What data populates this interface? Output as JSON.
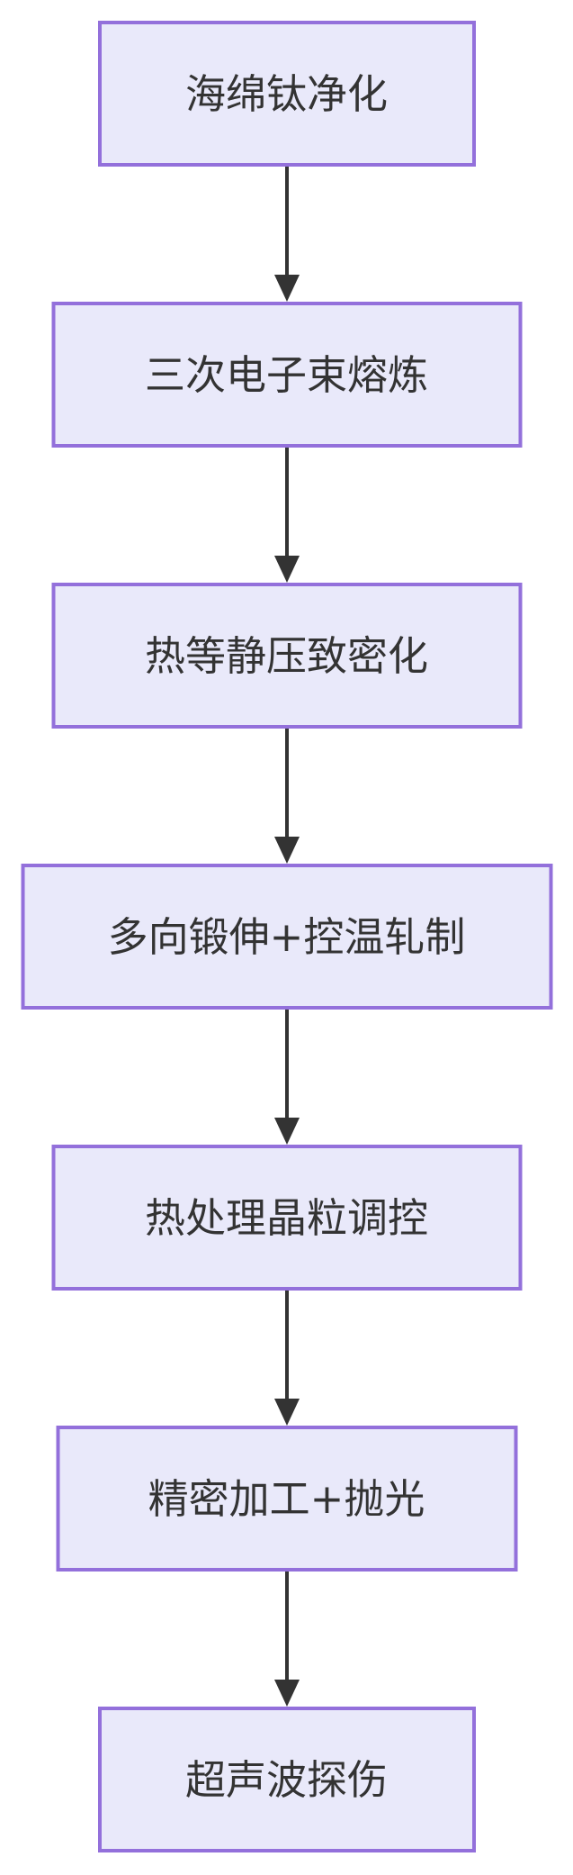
{
  "diagram": {
    "type": "flowchart",
    "direction": "top-down",
    "nodes": [
      {
        "id": "A",
        "label": "海绵钛净化"
      },
      {
        "id": "B",
        "label": "三次电子束熔炼"
      },
      {
        "id": "C",
        "label": "热等静压致密化"
      },
      {
        "id": "D",
        "label": "多向锻伸+控温轧制"
      },
      {
        "id": "E",
        "label": "热处理晶粒调控"
      },
      {
        "id": "F",
        "label": "精密加工+抛光"
      },
      {
        "id": "G",
        "label": "超声波探伤"
      }
    ],
    "edges": [
      {
        "from": "A",
        "to": "B"
      },
      {
        "from": "B",
        "to": "C"
      },
      {
        "from": "C",
        "to": "D"
      },
      {
        "from": "D",
        "to": "E"
      },
      {
        "from": "E",
        "to": "F"
      },
      {
        "from": "F",
        "to": "G"
      }
    ],
    "colors": {
      "node_fill": "#E9E9FA",
      "node_border": "#9370DB",
      "arrow": "#333333",
      "text": "#333333",
      "background": "#FFFFFF"
    }
  }
}
